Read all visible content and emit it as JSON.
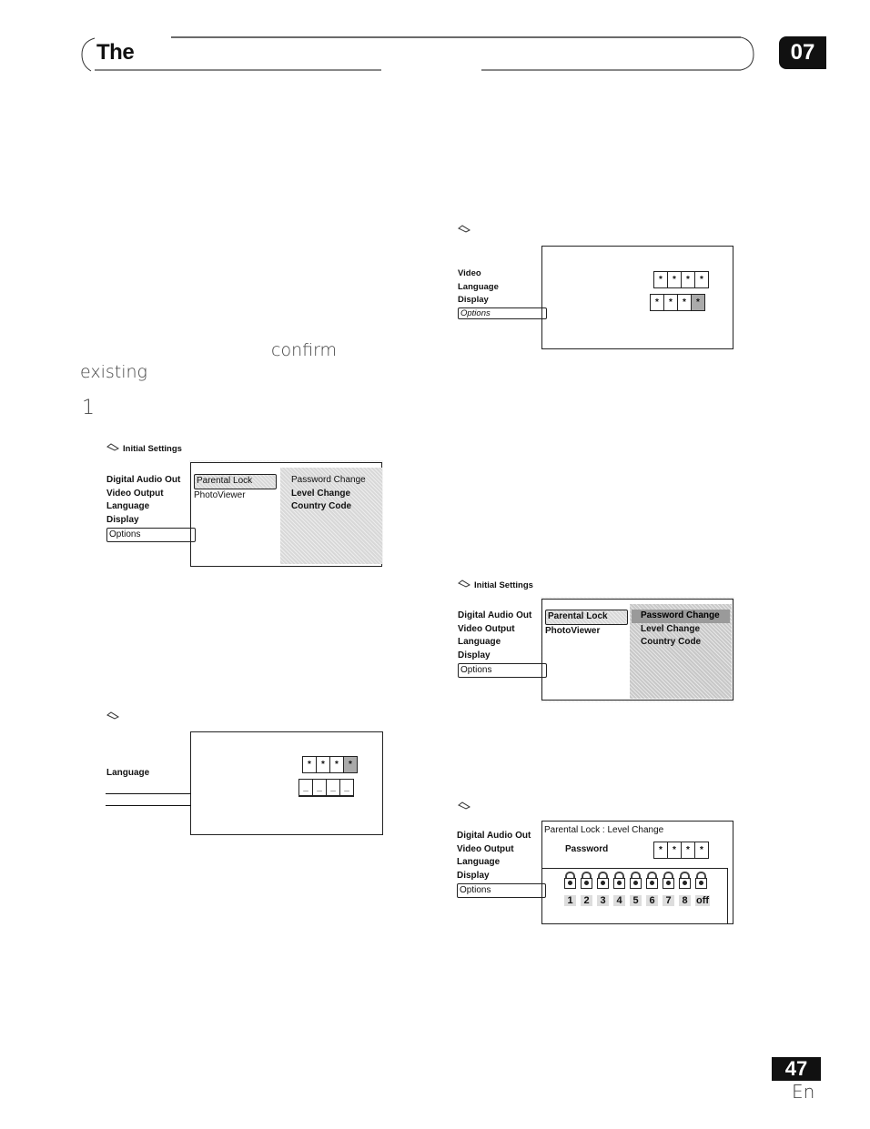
{
  "header": {
    "title": "The",
    "chapter": "07"
  },
  "footer": {
    "page_number": "47",
    "language": "En"
  },
  "body_text": {
    "confirm": "confirm",
    "existing": "existing",
    "step": "1"
  },
  "screens": {
    "screen_a": {
      "title": "Initial Settings",
      "menu": [
        "Digital Audio Out",
        "Video Output",
        "Language",
        "Display",
        "Options"
      ],
      "submenu": [
        "Parental Lock",
        "PhotoViewer"
      ],
      "options": [
        "Password Change",
        "Level Change",
        "Country Code"
      ]
    },
    "screen_b": {
      "menu": [
        "Language"
      ],
      "password_new": [
        "*",
        "*",
        "*",
        "*"
      ],
      "password_entry": [
        "_",
        "_",
        "_",
        "_"
      ]
    },
    "screen_c": {
      "menu": [
        "Video",
        "Language",
        "Display",
        "Options"
      ],
      "password_new": [
        "*",
        "*",
        "*",
        "*"
      ],
      "password_confirm": [
        "*",
        "*",
        "*",
        "*"
      ]
    },
    "screen_d": {
      "title": "Initial Settings",
      "menu": [
        "Digital Audio Out",
        "Video Output",
        "Language",
        "Display",
        "Options"
      ],
      "submenu": [
        "Parental Lock",
        "PhotoViewer"
      ],
      "options": [
        "Password Change",
        "Level Change",
        "Country Code"
      ]
    },
    "screen_e": {
      "menu": [
        "Digital Audio Out",
        "Video Output",
        "Language",
        "Display",
        "Options"
      ],
      "panel_title": "Parental Lock : Level Change",
      "password_label": "Password",
      "password": [
        "*",
        "*",
        "*",
        "*"
      ],
      "levels": [
        "1",
        "2",
        "3",
        "4",
        "5",
        "6",
        "7",
        "8",
        "off"
      ]
    }
  }
}
